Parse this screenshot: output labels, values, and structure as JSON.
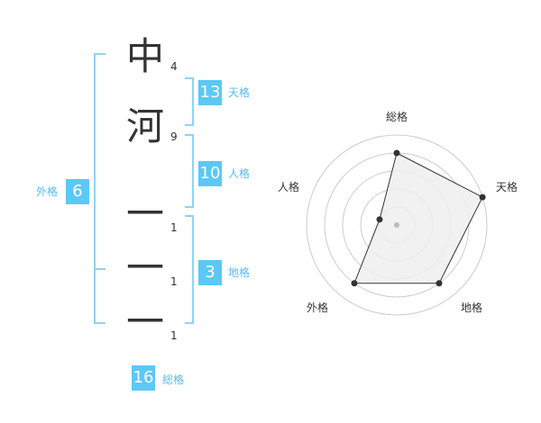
{
  "characters": [
    {
      "char": "中",
      "strokes": "4"
    },
    {
      "char": "河",
      "strokes": "9"
    },
    {
      "char": "一",
      "strokes": "1"
    },
    {
      "char": "一",
      "strokes": "1"
    },
    {
      "char": "一",
      "strokes": "1"
    }
  ],
  "kakusu": {
    "tenkaku": {
      "label": "天格",
      "value": "13"
    },
    "jinkaku": {
      "label": "人格",
      "value": "10"
    },
    "chikaku": {
      "label": "地格",
      "value": "3"
    },
    "gaikaku": {
      "label": "外格",
      "value": "6"
    },
    "soukaku": {
      "label": "総格",
      "value": "16"
    }
  },
  "radar": {
    "axes": [
      "総格",
      "天格",
      "地格",
      "外格",
      "人格"
    ],
    "values": [
      4,
      5,
      4,
      4,
      1
    ],
    "max": 5,
    "rings": 5
  },
  "colors": {
    "accent": "#5cc8f5",
    "bracket": "#8fd3f4",
    "label": "#55bdf0",
    "text": "#333333",
    "grid": "#cccccc",
    "fill": "#efefef"
  }
}
